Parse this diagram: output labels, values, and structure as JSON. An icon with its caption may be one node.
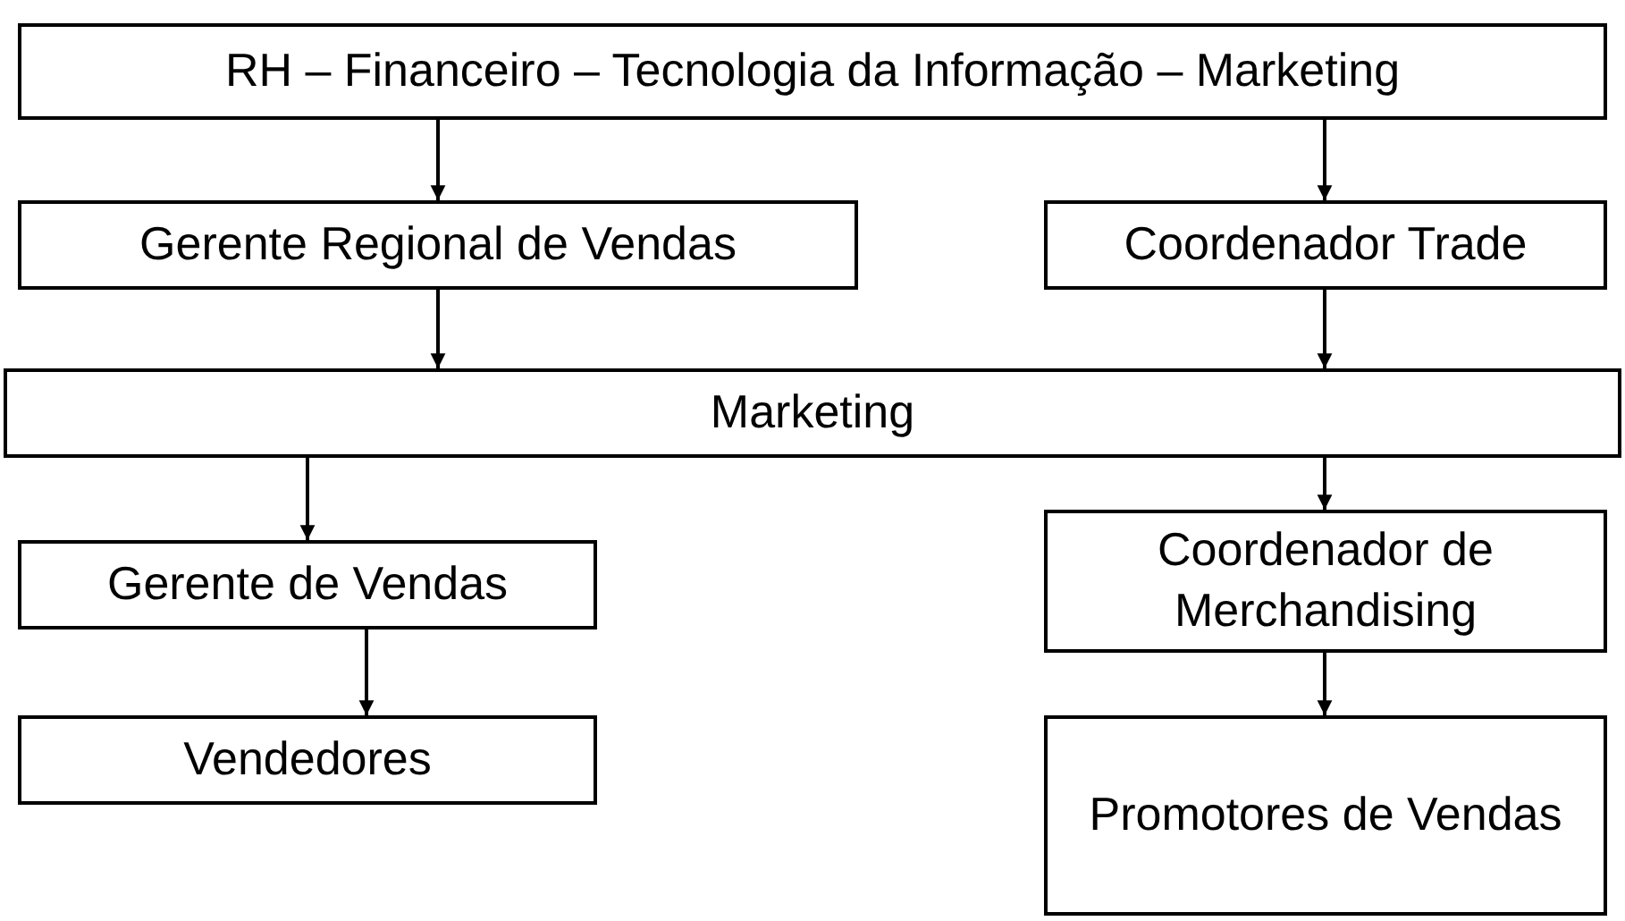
{
  "diagram": {
    "nodes": [
      {
        "text": [
          "RH – Financeiro – Tecnologia da Informação – Marketing"
        ]
      },
      {
        "text": [
          "Gerente Regional de Vendas"
        ]
      },
      {
        "text": [
          "Coordenador Trade"
        ]
      },
      {
        "text": [
          "Marketing"
        ]
      },
      {
        "text": [
          "Gerente de Vendas"
        ]
      },
      {
        "text": [
          "Coordenador de Merchandising"
        ]
      },
      {
        "text": [
          "Vendedores"
        ]
      },
      {
        "text": [
          "Promotores de Vendas"
        ]
      }
    ],
    "edges": [
      {
        "from": 0,
        "to": 1,
        "arrow": "to"
      },
      {
        "from": 0,
        "to": 2,
        "arrow": "to"
      },
      {
        "from": 1,
        "to": 3,
        "arrow": "to"
      },
      {
        "from": 2,
        "to": 3,
        "arrow": "to"
      },
      {
        "from": 3,
        "to": 4,
        "arrow": "to"
      },
      {
        "from": 3,
        "to": 5,
        "arrow": "to"
      },
      {
        "from": 4,
        "to": 6,
        "arrow": "to"
      },
      {
        "from": 5,
        "to": 7,
        "arrow": "to"
      }
    ]
  }
}
